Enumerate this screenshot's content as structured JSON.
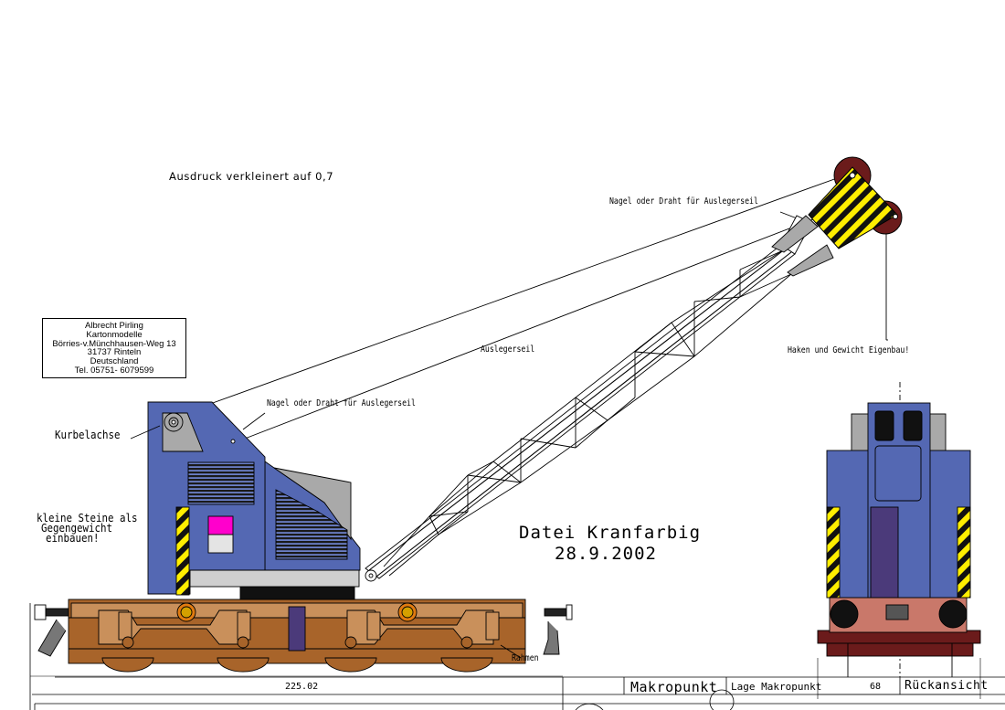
{
  "header": {
    "print_note": "Ausdruck verkleinert auf 0,7"
  },
  "address": {
    "lines": [
      "Albrecht Pirling",
      "Kartonmodelle",
      "Börries-v.Münchhausen-Weg 13",
      "31737 Rinteln",
      "Deutschland",
      "Tel. 05751- 6079599"
    ]
  },
  "labels": {
    "nail_top": "Nagel oder Draht für Auslegerseil",
    "nail_mid": "Nagel oder Draht für Auslegerseil",
    "boom_rope": "Auslegerseil",
    "hook": "Haken und Gewicht Eigenbau!",
    "crank": "Kurbelachse",
    "stones_1": "kleine Steine als",
    "stones_2": "Gegengewicht",
    "stones_3": "einbauen!",
    "frame": "Rahmen"
  },
  "file_info": {
    "name": "Datei Kranfarbig",
    "date": "28.9.2002"
  },
  "title_block": {
    "dimension": "225.02",
    "macro_point": "Makropunkt",
    "macro_position": "Lage Makropunkt",
    "macro_value": "68",
    "rear_view": "Rückansicht"
  },
  "colors": {
    "cab_blue": "#5468b3",
    "frame_brown": "#a8642a",
    "frame_light": "#c9905b",
    "hazard_yellow": "#ffee00",
    "sheave_brown": "#6b1b1b",
    "magenta": "#ff00cc",
    "grey": "#a9a9a9"
  }
}
